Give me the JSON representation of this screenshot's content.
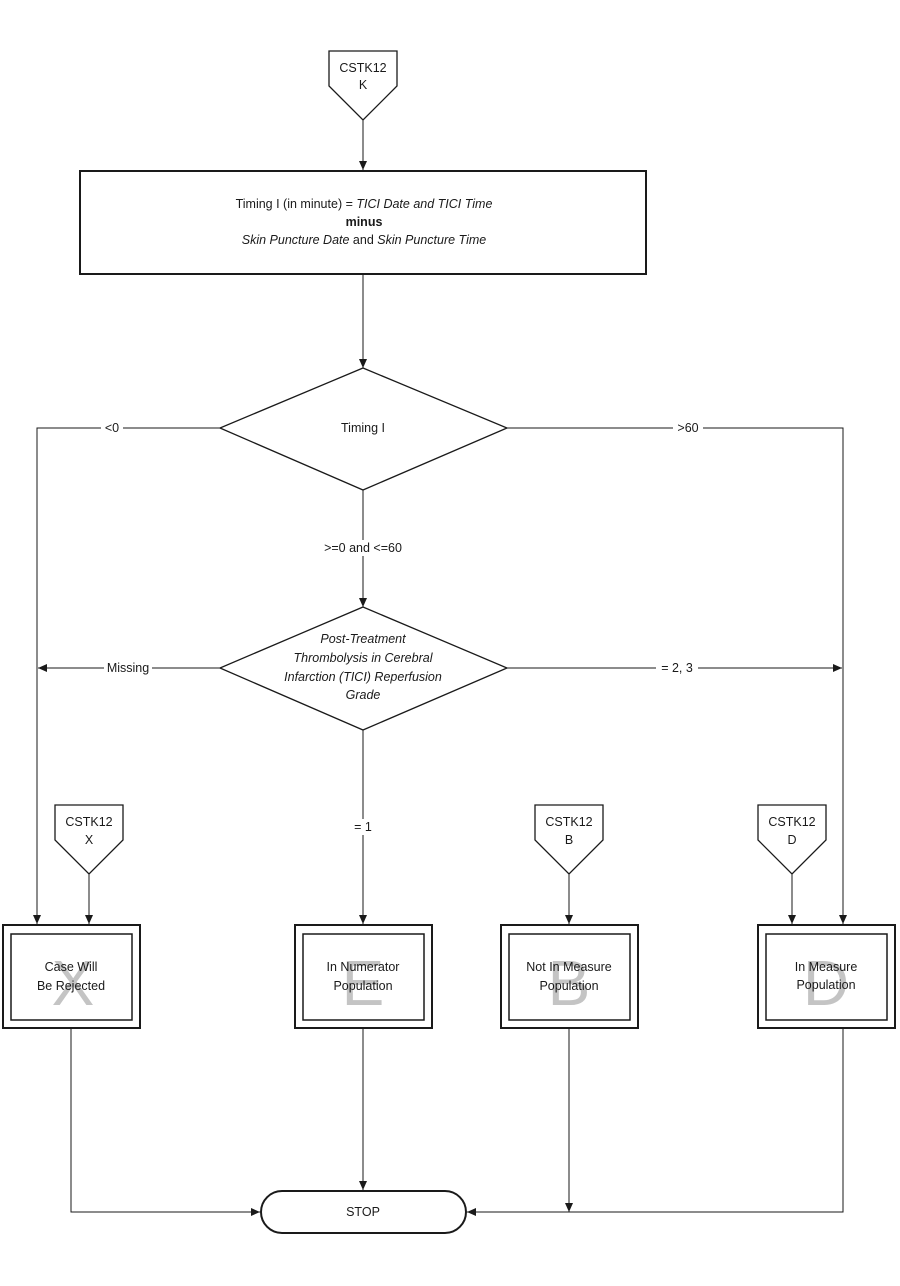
{
  "start_connector": {
    "label": "CSTK12",
    "code": "K"
  },
  "process": {
    "line1_prefix": "Timing I (in minute) = ",
    "line1_italic": "TICI Date and TICI Time",
    "line2": "minus",
    "line3_italic_a": "Skin Puncture Date",
    "line3_and": " and ",
    "line3_italic_b": "Skin Puncture Time"
  },
  "decision_timing": {
    "label": "Timing I"
  },
  "decision_tici": {
    "lines": [
      "Post-Treatment",
      "Thrombolysis in Cerebral",
      "Infarction (TICI) Reperfusion",
      "Grade"
    ]
  },
  "edges": {
    "lt0": "<0",
    "gt60": ">60",
    "range": ">=0 and <=60",
    "missing": "Missing",
    "eq23": "= 2, 3",
    "eq1": "= 1"
  },
  "connectors": [
    {
      "label": "CSTK12",
      "code": "X"
    },
    {
      "label": "CSTK12",
      "code": "B"
    },
    {
      "label": "CSTK12",
      "code": "D"
    }
  ],
  "outcomes": [
    {
      "letter": "X",
      "line1": "Case Will",
      "line2": "Be Rejected"
    },
    {
      "letter": "E",
      "line1": "In Numerator",
      "line2": "Population"
    },
    {
      "letter": "B",
      "line1": "Not In Measure",
      "line2": "Population"
    },
    {
      "letter": "D",
      "line1": "In Measure",
      "line2": "Population"
    }
  ],
  "terminal": {
    "label": "STOP"
  }
}
